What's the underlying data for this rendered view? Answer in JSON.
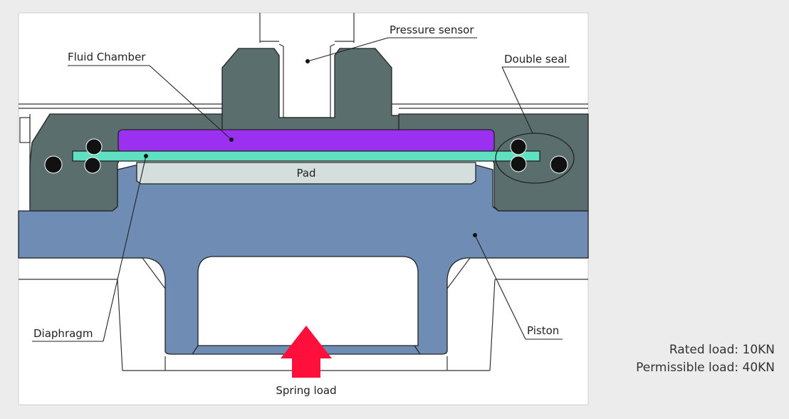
{
  "labels": {
    "pressure_sensor": "Pressure sensor",
    "fluid_chamber": "Fluid Chamber",
    "double_seal": "Double seal",
    "pad": "Pad",
    "diaphragm": "Diaphragm",
    "piston": "Piston",
    "spring_load": "Spring load"
  },
  "specs": {
    "rated_load": "Rated load:  10KN",
    "permissible_load": "Permissible load:  40KN"
  },
  "colors": {
    "background": "#ececec",
    "panel": "#ffffff",
    "housing": "#5a6e6e",
    "piston": "#6f8cb4",
    "fluid_chamber": "#9b30f0",
    "diaphragm": "#5fe0c0",
    "pad": "#d4dedc",
    "arrow": "#ff0f3c",
    "seal": "#111111"
  }
}
